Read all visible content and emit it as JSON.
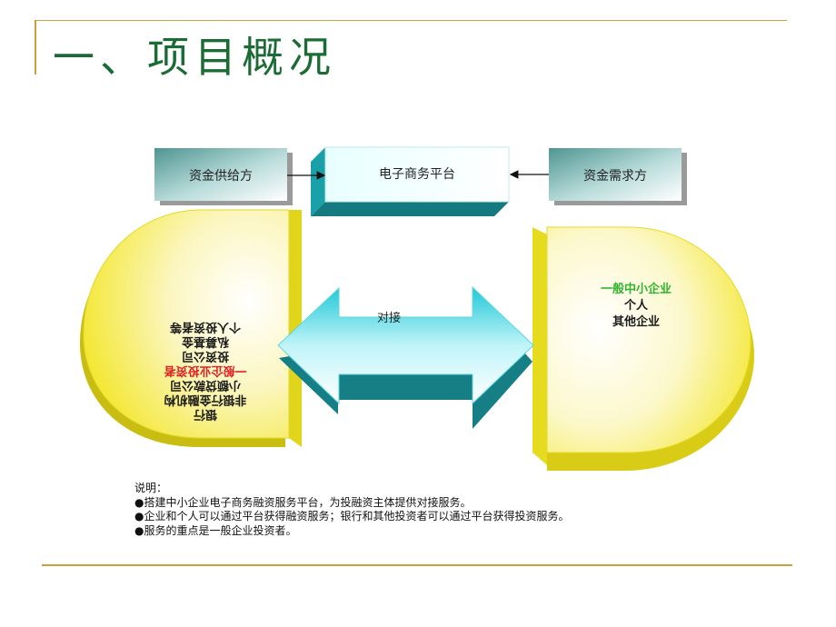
{
  "title": "一、项目概况",
  "diagram": {
    "supply_label": "资金供给方",
    "platform_label": "电子商务平台",
    "demand_label": "资金需求方",
    "connect_label": "对接",
    "investors": [
      {
        "text": "银行",
        "highlight": false
      },
      {
        "text": "非银行金融机构",
        "highlight": false
      },
      {
        "text": "小额贷款公司",
        "highlight": false
      },
      {
        "text": "一般企业投资者",
        "highlight": true
      },
      {
        "text": "投资公司",
        "highlight": false
      },
      {
        "text": "私募基金",
        "highlight": false
      },
      {
        "text": "个人投资者等",
        "highlight": false
      }
    ],
    "borrowers": [
      {
        "text": "一般中小企业",
        "highlight": true
      },
      {
        "text": "个人",
        "highlight": false
      },
      {
        "text": "其他企业",
        "highlight": false
      }
    ],
    "colors": {
      "highlight_red": "#e02020",
      "highlight_green": "#2fb52f",
      "box_teal": "#5fa4a0",
      "yellow": "#f2e92c"
    }
  },
  "notes": {
    "heading": "说明：",
    "items": [
      "●搭建中小企业电子商务融资服务平台，为投融资主体提供对接服务。",
      "●企业和个人可以通过平台获得融资服务；银行和其他投资者可以通过平台获得投资服务。",
      "●服务的重点是一般企业投资者。"
    ]
  }
}
